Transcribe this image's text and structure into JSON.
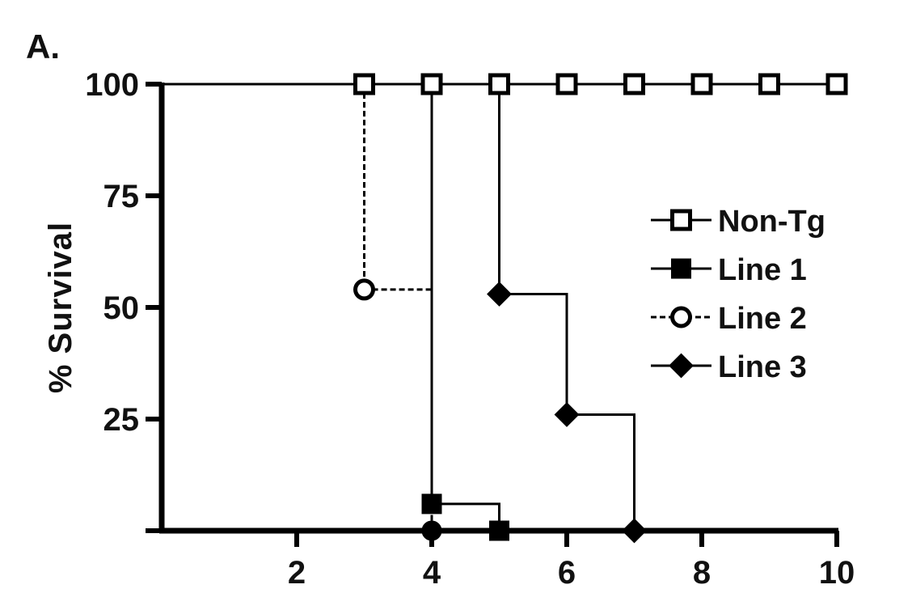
{
  "panel_label": "A.",
  "chart_data": {
    "type": "line",
    "title": "",
    "xlabel": "",
    "ylabel": "% Survival",
    "xlim": [
      0,
      10
    ],
    "ylim": [
      0,
      100
    ],
    "x_ticks": [
      2,
      4,
      6,
      8,
      10
    ],
    "x_tick_labels": [
      "2",
      "4",
      "6",
      "8",
      "10"
    ],
    "y_ticks": [
      0,
      25,
      50,
      75,
      100
    ],
    "y_tick_labels": [
      "",
      "25",
      "50",
      "75",
      "100"
    ],
    "grid": false,
    "legend_position": "right",
    "step": true,
    "series": [
      {
        "name": "Non-Tg",
        "marker": "open-square",
        "line": "solid",
        "x": [
          0,
          3,
          4,
          5,
          6,
          7,
          8,
          9,
          10
        ],
        "y": [
          100,
          100,
          100,
          100,
          100,
          100,
          100,
          100,
          100
        ],
        "show_markers": [
          false,
          true,
          true,
          true,
          true,
          true,
          true,
          true,
          true
        ]
      },
      {
        "name": "Line 1",
        "marker": "filled-square",
        "line": "solid",
        "x": [
          4,
          4,
          5
        ],
        "y": [
          100,
          6,
          0
        ]
      },
      {
        "name": "Line 2",
        "marker": "open-circle",
        "line": "dashed",
        "x": [
          3,
          3,
          4
        ],
        "y": [
          100,
          54,
          0
        ]
      },
      {
        "name": "Line 3",
        "marker": "filled-diamond",
        "line": "solid",
        "x": [
          5,
          5,
          6,
          7
        ],
        "y": [
          100,
          53,
          26,
          0
        ]
      }
    ]
  }
}
